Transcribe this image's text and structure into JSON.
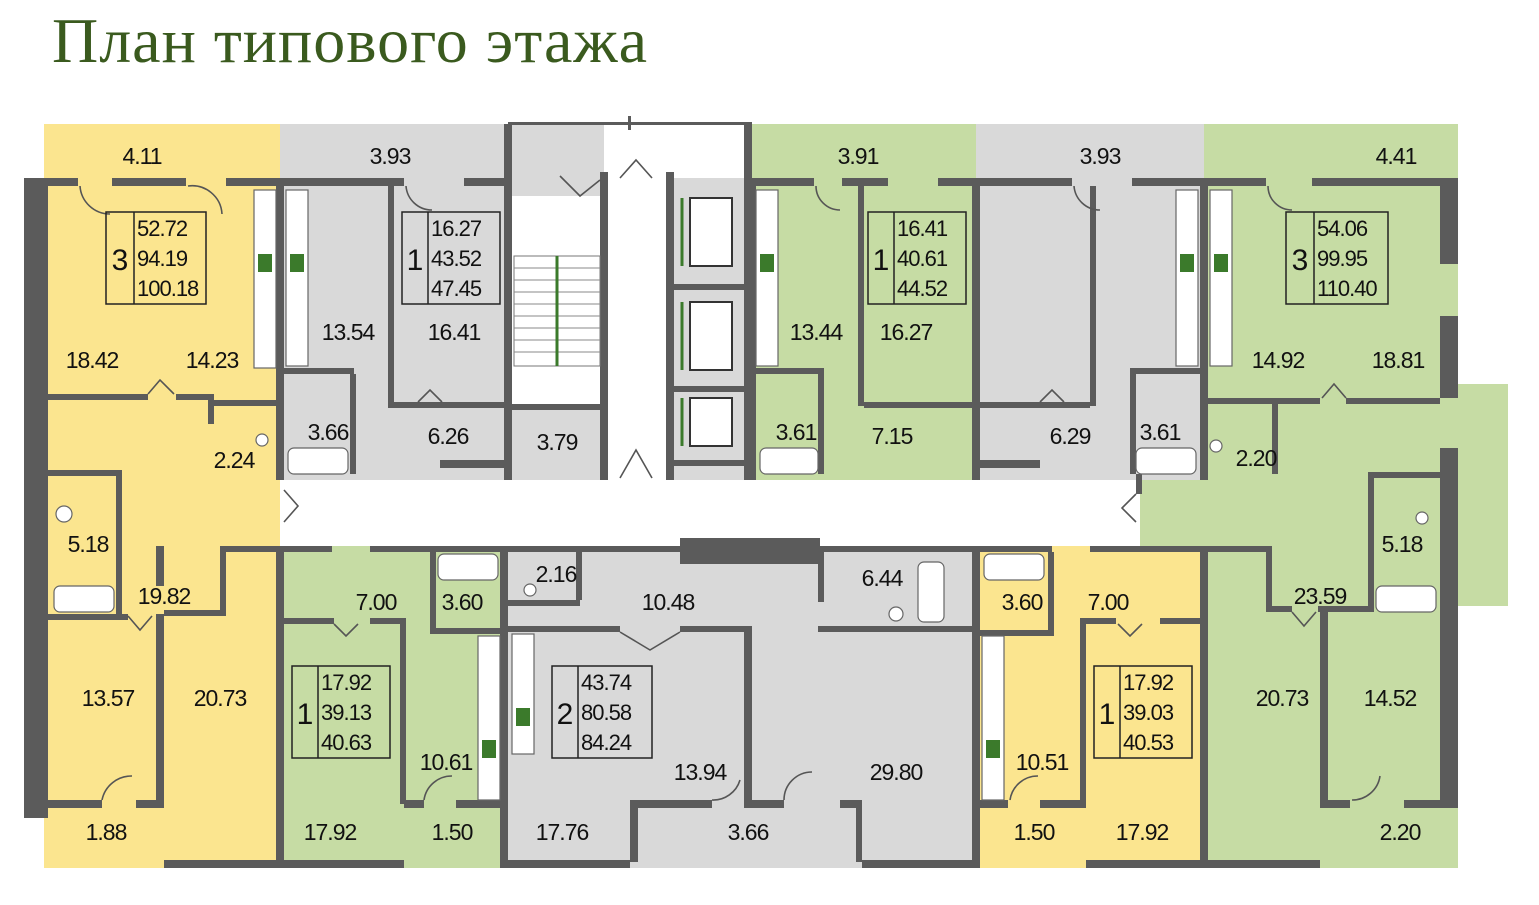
{
  "title": "План типового этажа",
  "colors": {
    "yellow": "#fbe58f",
    "green": "#c6dca4",
    "gray": "#d9d9d9",
    "wall": "#5b5b5b",
    "title": "#3a5a1e"
  },
  "rooms": [
    {
      "id": "y-balcony-top",
      "value": "4.11"
    },
    {
      "id": "y-bed-left",
      "value": "18.42"
    },
    {
      "id": "y-bed-right",
      "value": "14.23"
    },
    {
      "id": "y-bath",
      "value": "2.24"
    },
    {
      "id": "y-bath2",
      "value": "5.18"
    },
    {
      "id": "y-hall",
      "value": "19.82"
    },
    {
      "id": "y-room-a",
      "value": "13.57"
    },
    {
      "id": "y-room-b",
      "value": "20.73"
    },
    {
      "id": "y-balcony-bottom",
      "value": "1.88"
    },
    {
      "id": "g1-balcony",
      "value": "3.93"
    },
    {
      "id": "g1-kitchen",
      "value": "13.54"
    },
    {
      "id": "g1-room",
      "value": "16.41"
    },
    {
      "id": "g1-bath",
      "value": "3.66"
    },
    {
      "id": "g1-hall",
      "value": "6.26"
    },
    {
      "id": "core-hall",
      "value": "3.79"
    },
    {
      "id": "g2-balcony",
      "value": "3.91"
    },
    {
      "id": "g2-kitchen",
      "value": "13.44"
    },
    {
      "id": "g2-room",
      "value": "16.27"
    },
    {
      "id": "g2-bath",
      "value": "3.61"
    },
    {
      "id": "g2-hall",
      "value": "7.15"
    },
    {
      "id": "g3-balcony",
      "value": "3.93"
    },
    {
      "id": "g3-hall",
      "value": "6.29"
    },
    {
      "id": "g3-bath",
      "value": "3.61"
    },
    {
      "id": "r3-balcony",
      "value": "4.41"
    },
    {
      "id": "r3-room-left",
      "value": "14.92"
    },
    {
      "id": "r3-room-right",
      "value": "18.81"
    },
    {
      "id": "r3-bath",
      "value": "2.20"
    },
    {
      "id": "r3-bath2",
      "value": "5.18"
    },
    {
      "id": "r3-hall",
      "value": "23.59"
    },
    {
      "id": "r3-room-a",
      "value": "20.73"
    },
    {
      "id": "r3-room-b",
      "value": "14.52"
    },
    {
      "id": "r3-balcony-bottom",
      "value": "2.20"
    },
    {
      "id": "bl-hall",
      "value": "7.00"
    },
    {
      "id": "bl-bath",
      "value": "3.60"
    },
    {
      "id": "bl-kitchen",
      "value": "10.61"
    },
    {
      "id": "bl-room",
      "value": "17.92"
    },
    {
      "id": "bl-balcony",
      "value": "1.50"
    },
    {
      "id": "bc-bath",
      "value": "2.16"
    },
    {
      "id": "bc-hall",
      "value": "10.48"
    },
    {
      "id": "bc-bath2",
      "value": "6.44"
    },
    {
      "id": "bc-kitchen",
      "value": "13.94"
    },
    {
      "id": "bc-room-a",
      "value": "17.76"
    },
    {
      "id": "bc-balcony",
      "value": "3.66"
    },
    {
      "id": "bc-room-b",
      "value": "29.80"
    },
    {
      "id": "br-bath",
      "value": "3.60"
    },
    {
      "id": "br-hall",
      "value": "7.00"
    },
    {
      "id": "br-kitchen",
      "value": "10.51"
    },
    {
      "id": "br-balcony",
      "value": "1.50"
    },
    {
      "id": "br-room",
      "value": "17.92"
    }
  ],
  "apartments": [
    {
      "id": "apt-y3",
      "rooms": "3",
      "living": "52.72",
      "total": "94.19",
      "total_balcony": "100.18"
    },
    {
      "id": "apt-g1",
      "rooms": "1",
      "living": "16.27",
      "total": "43.52",
      "total_balcony": "47.45"
    },
    {
      "id": "apt-g2",
      "rooms": "1",
      "living": "16.41",
      "total": "40.61",
      "total_balcony": "44.52"
    },
    {
      "id": "apt-r3",
      "rooms": "3",
      "living": "54.06",
      "total": "99.95",
      "total_balcony": "110.40"
    },
    {
      "id": "apt-bl",
      "rooms": "1",
      "living": "17.92",
      "total": "39.13",
      "total_balcony": "40.63"
    },
    {
      "id": "apt-bc",
      "rooms": "2",
      "living": "43.74",
      "total": "80.58",
      "total_balcony": "84.24"
    },
    {
      "id": "apt-br",
      "rooms": "1",
      "living": "17.92",
      "total": "39.03",
      "total_balcony": "40.53"
    }
  ]
}
